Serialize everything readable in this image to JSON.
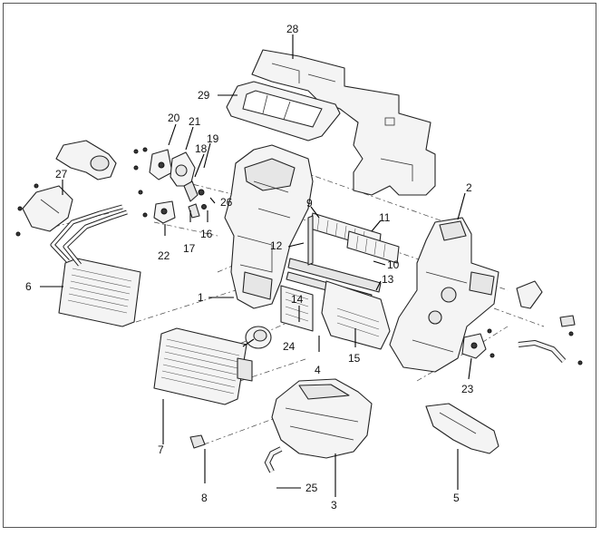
{
  "callouts": [
    {
      "id": "c1",
      "label": "1"
    },
    {
      "id": "c2",
      "label": "2"
    },
    {
      "id": "c3",
      "label": "3"
    },
    {
      "id": "c4",
      "label": "4"
    },
    {
      "id": "c5",
      "label": "5"
    },
    {
      "id": "c6",
      "label": "6"
    },
    {
      "id": "c7",
      "label": "7"
    },
    {
      "id": "c8",
      "label": "8"
    },
    {
      "id": "c9",
      "label": "9"
    },
    {
      "id": "c10",
      "label": "10"
    },
    {
      "id": "c11",
      "label": "11"
    },
    {
      "id": "c12",
      "label": "12"
    },
    {
      "id": "c13",
      "label": "13"
    },
    {
      "id": "c14",
      "label": "14"
    },
    {
      "id": "c15",
      "label": "15"
    },
    {
      "id": "c16",
      "label": "16"
    },
    {
      "id": "c17",
      "label": "17"
    },
    {
      "id": "c18",
      "label": "18"
    },
    {
      "id": "c19",
      "label": "19"
    },
    {
      "id": "c20",
      "label": "20"
    },
    {
      "id": "c21",
      "label": "21"
    },
    {
      "id": "c22",
      "label": "22"
    },
    {
      "id": "c23",
      "label": "23"
    },
    {
      "id": "c24",
      "label": "24"
    },
    {
      "id": "c25",
      "label": "25"
    },
    {
      "id": "c26",
      "label": "26"
    },
    {
      "id": "c27",
      "label": "27"
    },
    {
      "id": "c28",
      "label": "28"
    },
    {
      "id": "c29",
      "label": "29"
    }
  ]
}
